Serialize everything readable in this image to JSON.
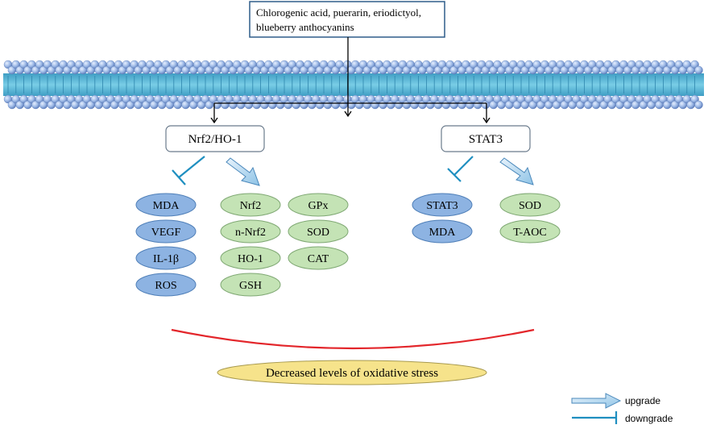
{
  "compounds": [
    "Chlorogenic acid,  puerarin, eriodictyol,",
    "blueberry anthocyanins"
  ],
  "pathways": {
    "left": {
      "label": "Nrf2/HO-1",
      "down": [
        "MDA",
        "VEGF",
        "IL-1β",
        "ROS"
      ],
      "up_col1": [
        "Nrf2",
        "n-Nrf2",
        "HO-1",
        "GSH"
      ],
      "up_col2": [
        "GPx",
        "SOD",
        "CAT"
      ]
    },
    "right": {
      "label": "STAT3",
      "down": [
        "STAT3",
        "MDA"
      ],
      "up": [
        "SOD",
        "T-AOC"
      ]
    }
  },
  "outcome": "Decreased levels of oxidative stress",
  "legend": {
    "upgrade": "upgrade",
    "downgrade": "downgrade"
  },
  "colors": {
    "down_fill": "#8db3e2",
    "down_stroke": "#4f7fb8",
    "up_fill": "#c4e3b5",
    "up_stroke": "#7fa873",
    "outcome_fill": "#f6e38b",
    "outcome_stroke": "#a89a4f",
    "brace": "#e3262b",
    "inhibit": "#1f8fc0",
    "membrane_bead": "#8fb2df",
    "membrane_tail": "#4fb0cf"
  }
}
